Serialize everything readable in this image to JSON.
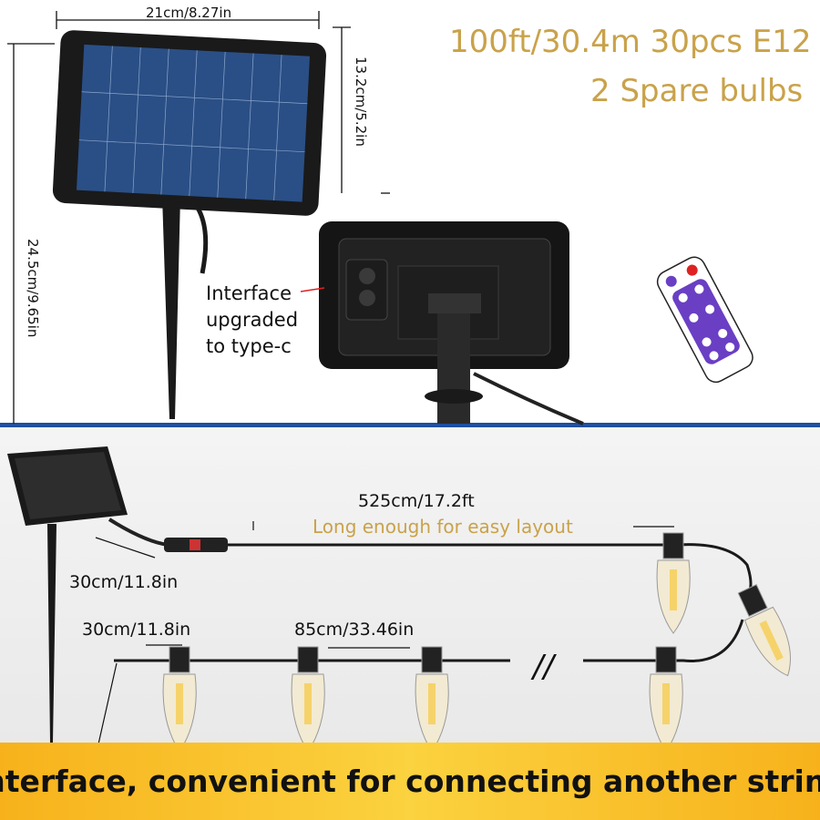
{
  "headline": {
    "line1": "100ft/30.4m 30pcs E12",
    "line2": "2 Spare bulbs"
  },
  "panel_dimensions": {
    "width": "21cm/8.27in",
    "height": "13.2cm/5.2in",
    "total_height": "24.5cm/9.65in"
  },
  "interface_note": {
    "line1": "Interface",
    "line2": "upgraded",
    "line3": "to type-c"
  },
  "string_info": {
    "lead_length": "525cm/17.2ft",
    "lead_note": "Long enough for easy layout",
    "panel_cable": "30cm/11.8in",
    "end_cable": "30cm/11.8in",
    "bulb_spacing": "85cm/33.46in",
    "break_mark": "//"
  },
  "banner": {
    "text": "Interface, convenient for connecting another string"
  },
  "colors": {
    "gold": "#c9a24a",
    "divider": "#1f4fa0",
    "banner": "#fbd23f",
    "remote_accent": "#6a3fc4"
  }
}
